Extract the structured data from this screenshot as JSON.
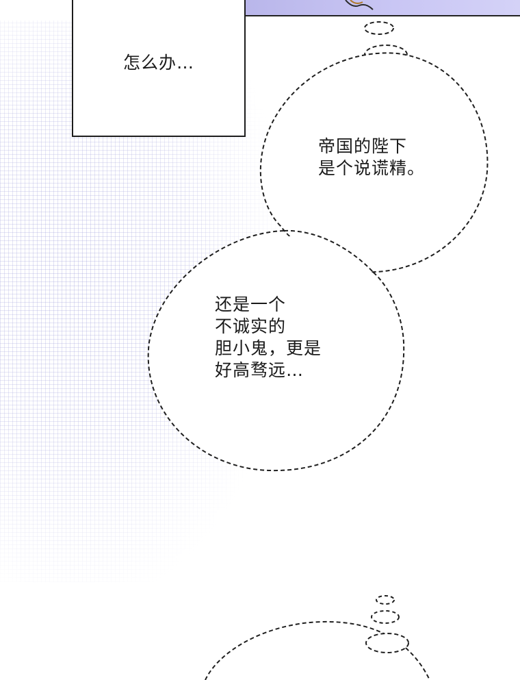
{
  "narration": {
    "text": "怎么办…"
  },
  "bubble_1": {
    "lines": [
      "帝国的陛下",
      "是个说谎精。"
    ]
  },
  "bubble_2": {
    "lines": [
      "还是一个",
      "不诚实的",
      "胆小鬼，更是",
      "好高骛远…"
    ]
  },
  "colors": {
    "panel_strip": "#c3c0f0",
    "ink": "#1a1a1a",
    "screentone": "#9696d7"
  }
}
